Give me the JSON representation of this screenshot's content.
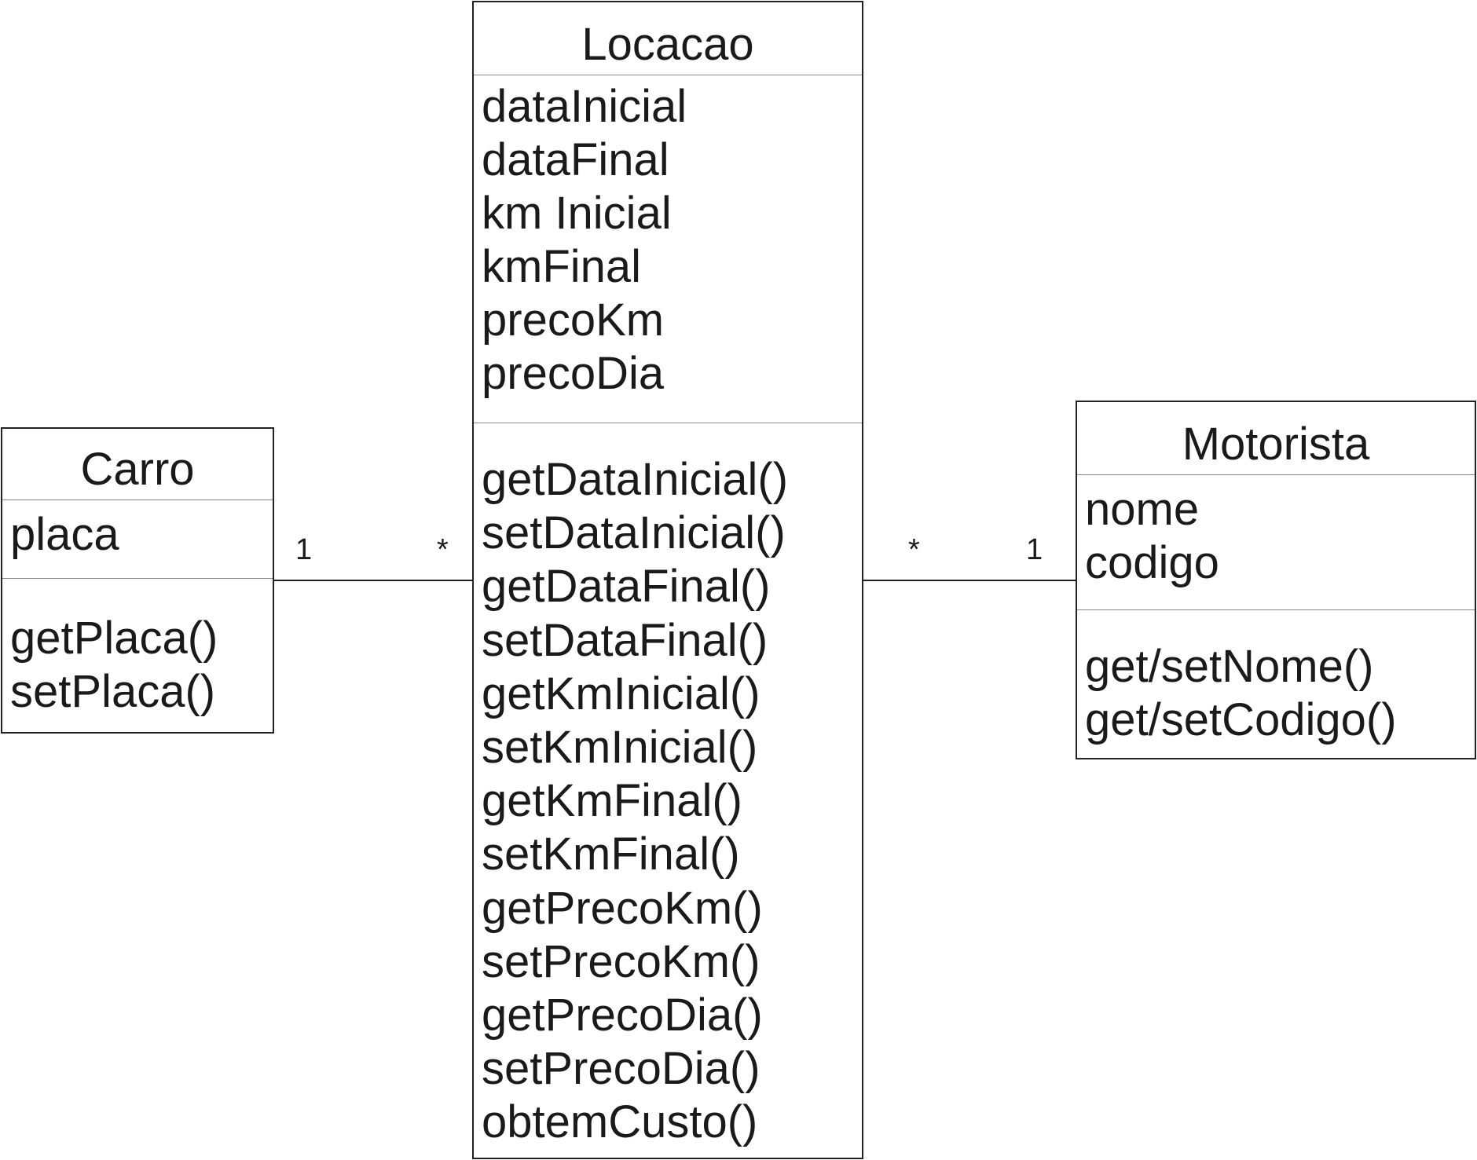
{
  "classes": {
    "carro": {
      "name": "Carro",
      "attributes": [
        "placa"
      ],
      "operations": [
        "getPlaca()",
        "setPlaca()"
      ]
    },
    "locacao": {
      "name": "Locacao",
      "attributes": [
        "dataInicial",
        "dataFinal",
        "km Inicial",
        "kmFinal",
        "precoKm",
        "precoDia"
      ],
      "operations": [
        "getDataInicial()",
        "setDataInicial()",
        "getDataFinal()",
        "setDataFinal()",
        "getKmInicial()",
        "setKmInicial()",
        "getKmFinal()",
        "setKmFinal()",
        "getPrecoKm()",
        "setPrecoKm()",
        "getPrecoDia()",
        "setPrecoDia()",
        "obtemCusto()"
      ]
    },
    "motorista": {
      "name": "Motorista",
      "attributes": [
        "nome",
        "codigo"
      ],
      "operations": [
        "get/setNome()",
        "get/setCodigo()"
      ]
    }
  },
  "associations": {
    "carro_locacao": {
      "carro_end": "1",
      "locacao_end": "*"
    },
    "locacao_motorista": {
      "locacao_end": "*",
      "motorista_end": "1"
    }
  }
}
